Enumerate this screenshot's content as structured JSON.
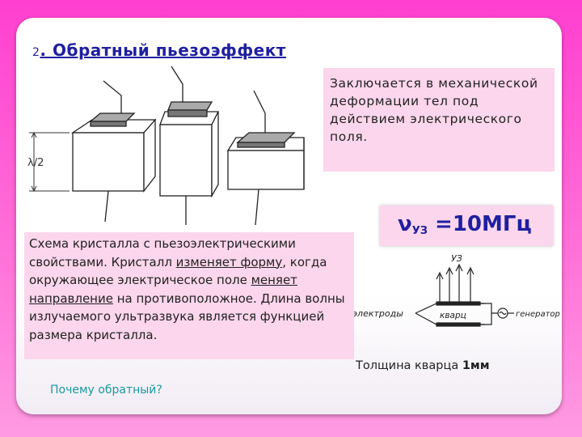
{
  "title": {
    "number": "2",
    "text": ". Обратный пьезоэффект"
  },
  "definition": "Заключается в механической деформации тел под действием электрического поля.",
  "frequency": {
    "symbol": "ν",
    "subscript": "УЗ",
    "value": "=10МГц"
  },
  "explanation": {
    "part1": "Схема кристалла с пьезоэлектрическими свойствами. Кристалл ",
    "link1": "изменяет форму",
    "part2": ", когда окружающее электрическое поле ",
    "link2": "меняет направление",
    "part3": " на противоположное. Длина волны излучаемого ультразвука является функцией размера кристалла."
  },
  "thickness": {
    "label": "Толщина кварца ",
    "value": "1мм"
  },
  "question": "Почему  обратный?",
  "diagram": {
    "lambda_label": "λ/2",
    "uz_label": "УЗ",
    "electrodes_label": "электроды",
    "quartz_label": "кварц",
    "generator_label": "генератор"
  }
}
